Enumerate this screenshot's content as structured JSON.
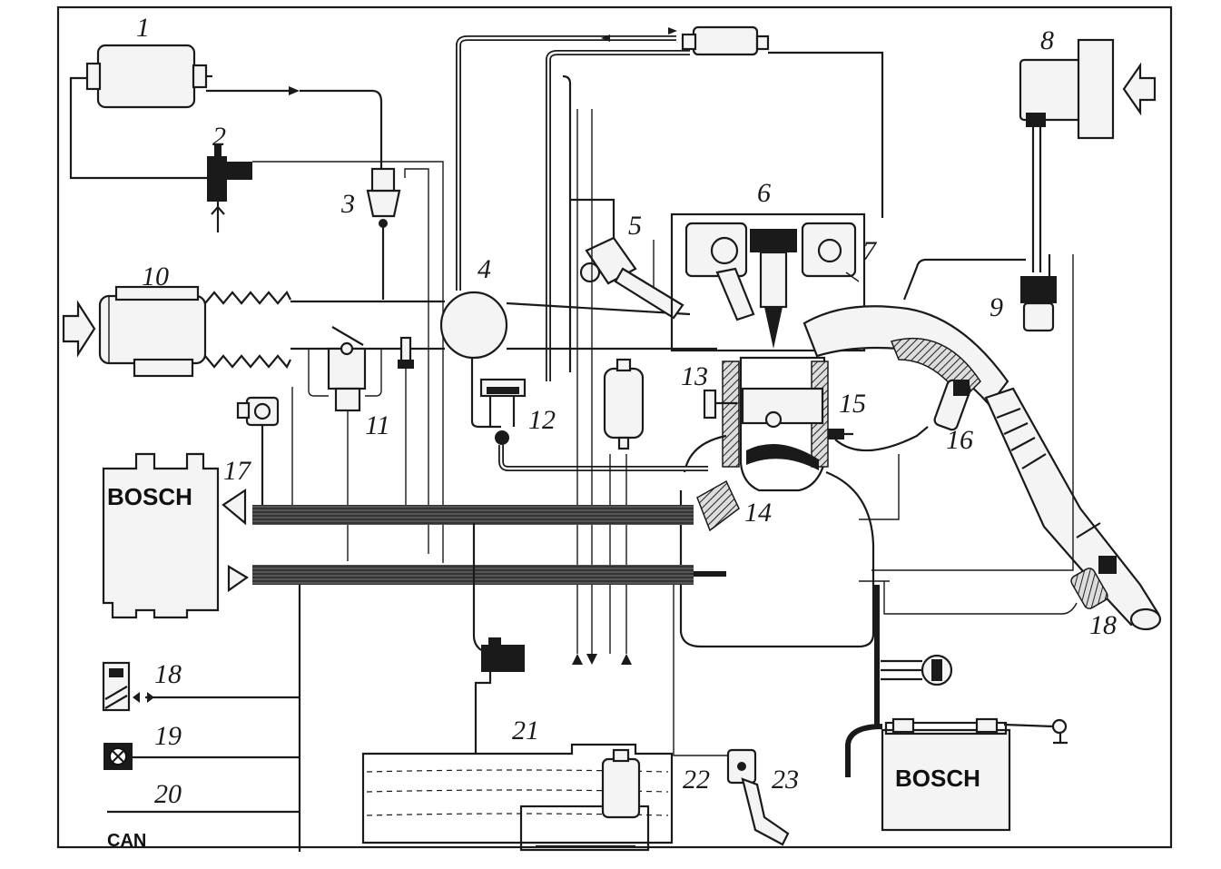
{
  "labels": {
    "n1": "1",
    "n2": "2",
    "n3": "3",
    "n4": "4",
    "n5": "5",
    "n6": "6",
    "n7": "7",
    "n8": "8",
    "n9": "9",
    "n10": "10",
    "n11": "11",
    "n12": "12",
    "n13": "13",
    "n14": "14",
    "n15": "15",
    "n16": "16",
    "n17": "17",
    "n18a": "18",
    "n18b": "18",
    "n19": "19",
    "n20": "20",
    "n21": "21",
    "n22": "22",
    "n23": "23"
  },
  "brand_ecu": "BOSCH",
  "brand_battery": "BOSCH",
  "bus_label": "CAN"
}
